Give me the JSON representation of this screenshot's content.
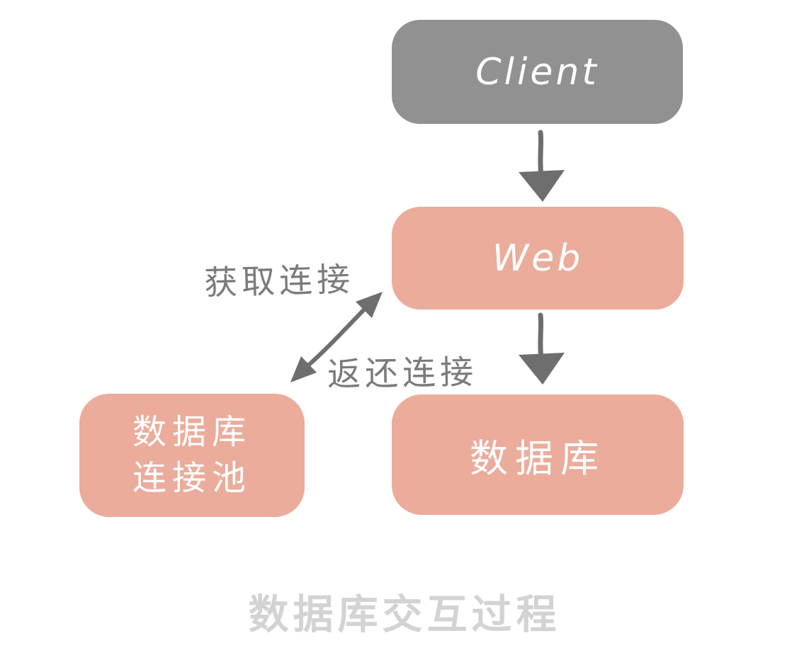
{
  "diagram": {
    "title": "数据库交互过程",
    "nodes": {
      "client": {
        "label": "Client"
      },
      "web": {
        "label": "Web"
      },
      "pool": {
        "line1": "数据库",
        "line2": "连接池"
      },
      "database": {
        "label": "数据库"
      }
    },
    "edge_labels": {
      "acquire": "获取连接",
      "release": "返还连接"
    },
    "edges": [
      {
        "from": "Client",
        "to": "Web",
        "bidirectional": false
      },
      {
        "from": "Web",
        "to": "数据库",
        "bidirectional": false
      },
      {
        "from": "Web",
        "to": "数据库连接池",
        "bidirectional": true,
        "labels": [
          "获取连接",
          "返还连接"
        ]
      }
    ],
    "colors": {
      "client_box": "#919191",
      "pink_box": "#ebac9b",
      "box_text": "#ffffff",
      "arrow": "#6e6e6e",
      "edge_label_text": "#7b7b7b",
      "title_text": "#d3d3d3",
      "background": "#ffffff"
    }
  }
}
